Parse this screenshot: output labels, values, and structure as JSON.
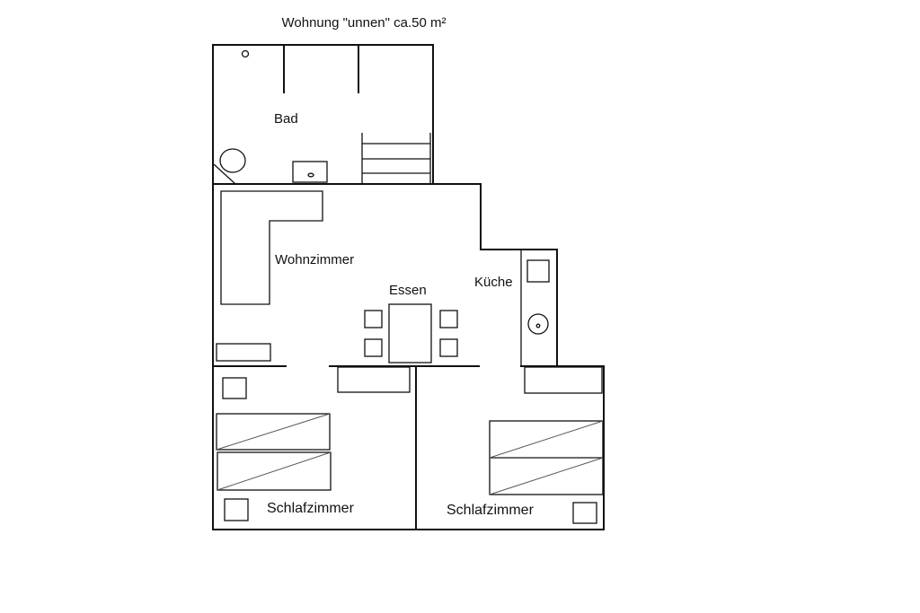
{
  "title": "Wohnung \"unnen\" ca.50 m²",
  "rooms": {
    "bad": "Bad",
    "wohnzimmer": "Wohnzimmer",
    "essen": "Essen",
    "kueche": "Küche",
    "schlafzimmer_left": "Schlafzimmer",
    "schlafzimmer_right": "Schlafzimmer"
  },
  "colors": {
    "line": "#111111",
    "background": "#ffffff"
  }
}
